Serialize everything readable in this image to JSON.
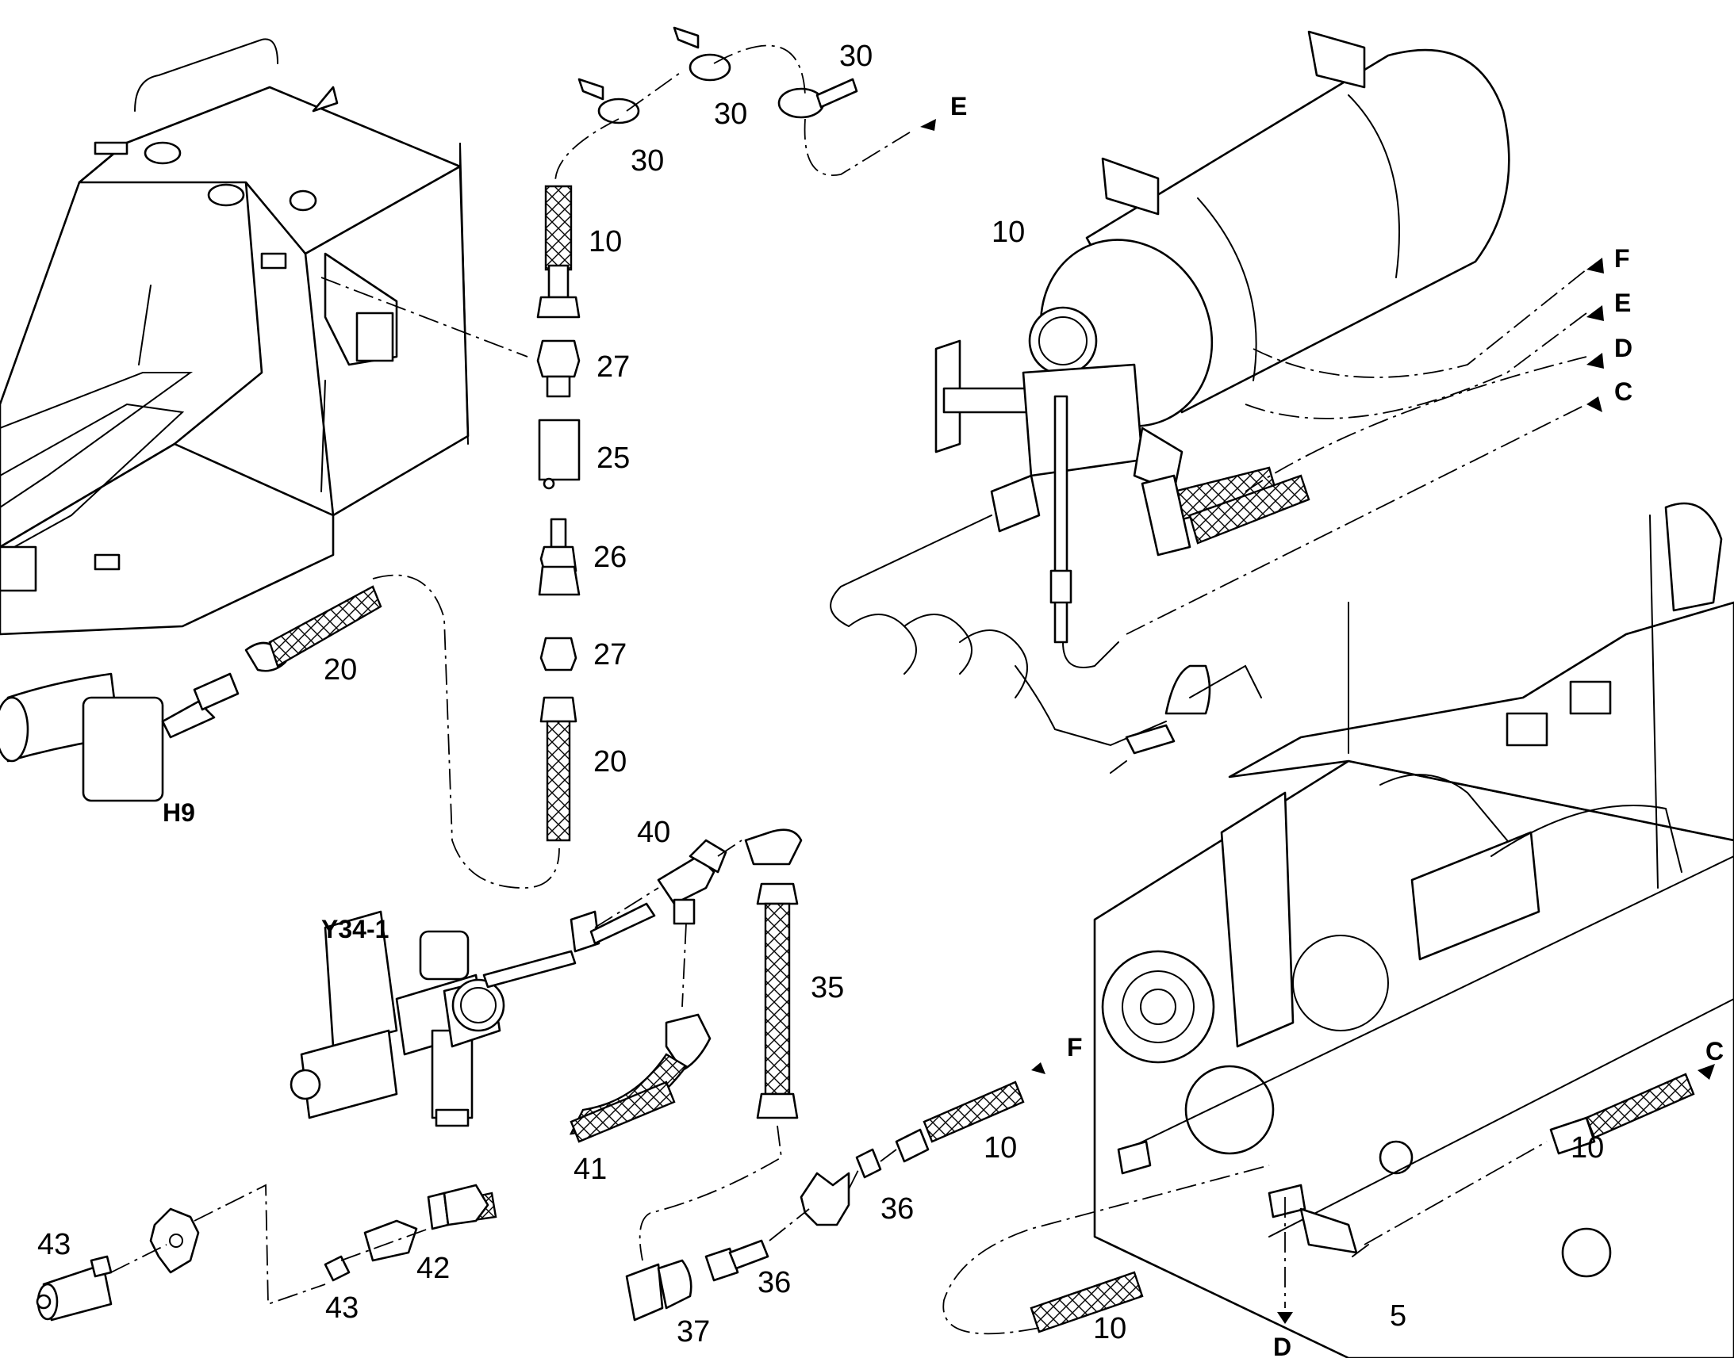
{
  "callouts": {
    "c30a": "30",
    "c30b": "30",
    "c30c": "30",
    "c10a": "10",
    "c27a": "27",
    "c25": "25",
    "c26": "26",
    "c27b": "27",
    "c20a": "20",
    "c20b": "20",
    "c10tank": "10",
    "c40": "40",
    "c35": "35",
    "c41": "41",
    "c10f": "10",
    "c36a": "36",
    "c36b": "36",
    "c37": "37",
    "c43a": "43",
    "c43b": "43",
    "c42": "42",
    "c10c": "10",
    "c10d": "10",
    "c5": "5"
  },
  "references": {
    "e_top": "E",
    "f_tank": "F",
    "e_tank": "E",
    "d_tank": "D",
    "c_tank": "C",
    "f_hose": "F",
    "c_hose": "C",
    "d_bottom": "D",
    "h9": "H9",
    "y34": "Y34-1"
  }
}
